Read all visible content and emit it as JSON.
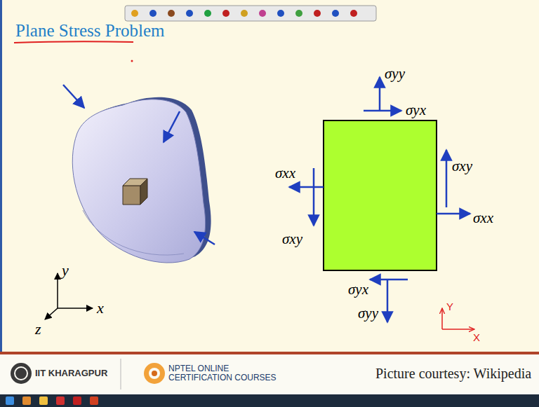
{
  "diagram": {
    "title": "Plane Stress Problem",
    "labels": [
      "σyy",
      "σyx",
      "σxx",
      "σxy",
      "σxy",
      "σxx",
      "σyx",
      "σyy",
      "Y",
      "X",
      "y",
      "x",
      "z",
      "IIT KHARAGPUR",
      "NPTEL ONLINE CERTIFICATION COURSES",
      "Picture courtesy: Wikipedia"
    ]
  }
}
